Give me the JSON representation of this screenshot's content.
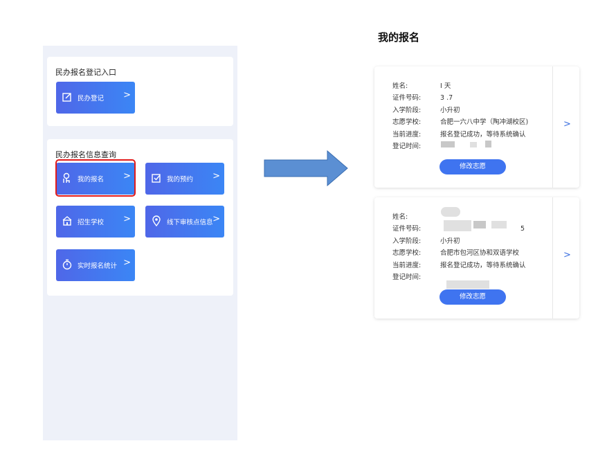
{
  "left": {
    "entry_section": {
      "title": "民办报名登记入口",
      "tiles": [
        {
          "label": "民办登记",
          "icon": "edit-icon"
        }
      ]
    },
    "query_section": {
      "title": "民办报名信息查询",
      "tiles": [
        {
          "label": "我的报名",
          "icon": "person-touch-icon",
          "highlighted": true
        },
        {
          "label": "我的预约",
          "icon": "checkbox-icon"
        },
        {
          "label": "招生学校",
          "icon": "school-icon"
        },
        {
          "label": "线下审核点信息",
          "icon": "location-pin-icon"
        },
        {
          "label": "实时报名统计",
          "icon": "stopwatch-icon"
        }
      ]
    },
    "chevron": ">"
  },
  "right": {
    "title": "我的报名",
    "field_labels": [
      "姓名:",
      "证件号码:",
      "入学阶段:",
      "志愿学校:",
      "当前进度:",
      "登记时间:"
    ],
    "records": [
      {
        "name": "I 天",
        "id_number": "3 .7",
        "stage": "小升初",
        "school": "合肥一六八中学（陶冲湖校区)",
        "progress": "报名登记成功，等待系统确认",
        "time": "",
        "button": "修改志愿"
      },
      {
        "name": "",
        "id_number": "5",
        "stage": "小升初",
        "school": "合肥市包河区协和双语学校",
        "progress": "报名登记成功，等待系统确认",
        "time": "",
        "button": "修改志愿"
      }
    ],
    "chevron": ">"
  },
  "colors": {
    "tile_gradient_start": "#4f67e8",
    "tile_gradient_end": "#3b86f5",
    "button_blue": "#3f74f0",
    "highlight_red": "#e21a1a",
    "arrow_fill": "#5b8fd3",
    "phone_bg": "#eef1f9"
  }
}
